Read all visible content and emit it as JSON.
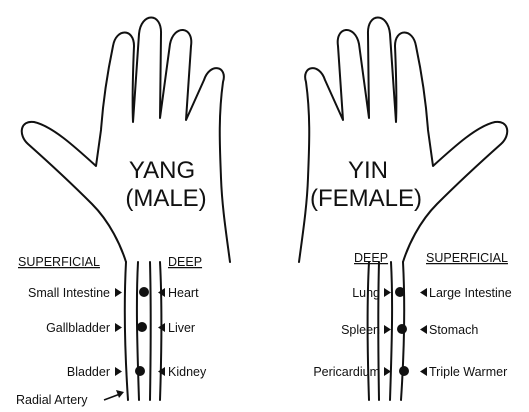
{
  "left": {
    "title_line1": "YANG",
    "title_line2": "(MALE)",
    "header_superficial": "SUPERFICIAL",
    "header_deep": "DEEP",
    "superficial": [
      "Small Intestine",
      "Gallbladder",
      "Bladder"
    ],
    "deep": [
      "Heart",
      "Liver",
      "Kidney"
    ],
    "artery_label": "Radial Artery"
  },
  "right": {
    "title_line1": "YIN",
    "title_line2": "(FEMALE)",
    "header_deep": "DEEP",
    "header_superficial": "SUPERFICIAL",
    "deep": [
      "Lung",
      "Spleen",
      "Pericardium"
    ],
    "superficial": [
      "Large Intestine",
      "Stomach",
      "Triple Warmer"
    ]
  },
  "colors": {
    "ink": "#111111",
    "background": "#ffffff"
  }
}
